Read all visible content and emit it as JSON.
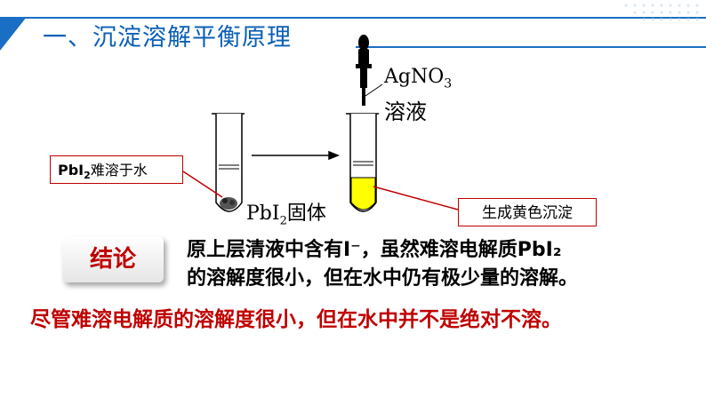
{
  "header": {
    "title": "一、沉淀溶解平衡原理"
  },
  "reagent": {
    "formula_main": "AgNO",
    "formula_sub": "3",
    "name": "溶液"
  },
  "labels": {
    "pbi2_insoluble_pre": "PbI",
    "pbi2_insoluble_sub": "2",
    "pbi2_insoluble_post": "难溶于水",
    "solid_pre": "PbI",
    "solid_sub": "2",
    "solid_post": "固体",
    "yellow_precipitate": "生成黄色沉淀"
  },
  "conclusion": {
    "badge": "结论",
    "line1": "原上层清液中含有I⁻，虽然难溶电解质PbI₂",
    "line2": "的溶解度很小，但在水中仍有极少量的溶解。",
    "summary": "尽管难溶电解质的溶解度很小，但在水中并不是绝对不溶。"
  },
  "colors": {
    "accent": "#1a6fc4",
    "red": "#c00000",
    "yellow": "#ffff00"
  }
}
